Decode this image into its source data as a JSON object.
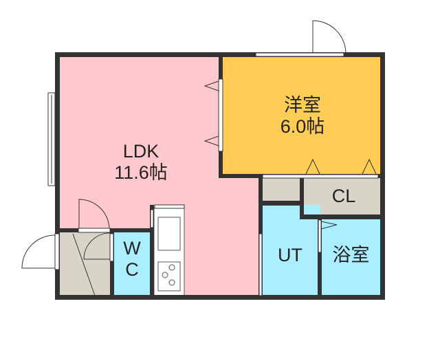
{
  "rooms": {
    "ldk": {
      "name": "LDK",
      "size": "11.6帖",
      "color": "#ffc8cc"
    },
    "western": {
      "name": "洋室",
      "size": "6.0帖",
      "color": "#ffcc55"
    },
    "closet": {
      "name": "CL",
      "color": "#d8d5c8"
    },
    "utility": {
      "name": "UT",
      "color": "#aaeeff"
    },
    "bath": {
      "name": "浴室",
      "color": "#aaeeff"
    },
    "wc": {
      "name_line1": "W",
      "name_line2": "C",
      "color": "#aaeeff"
    },
    "entrance": {
      "color": "#d8d5c8"
    }
  },
  "wall_color": "#333333"
}
